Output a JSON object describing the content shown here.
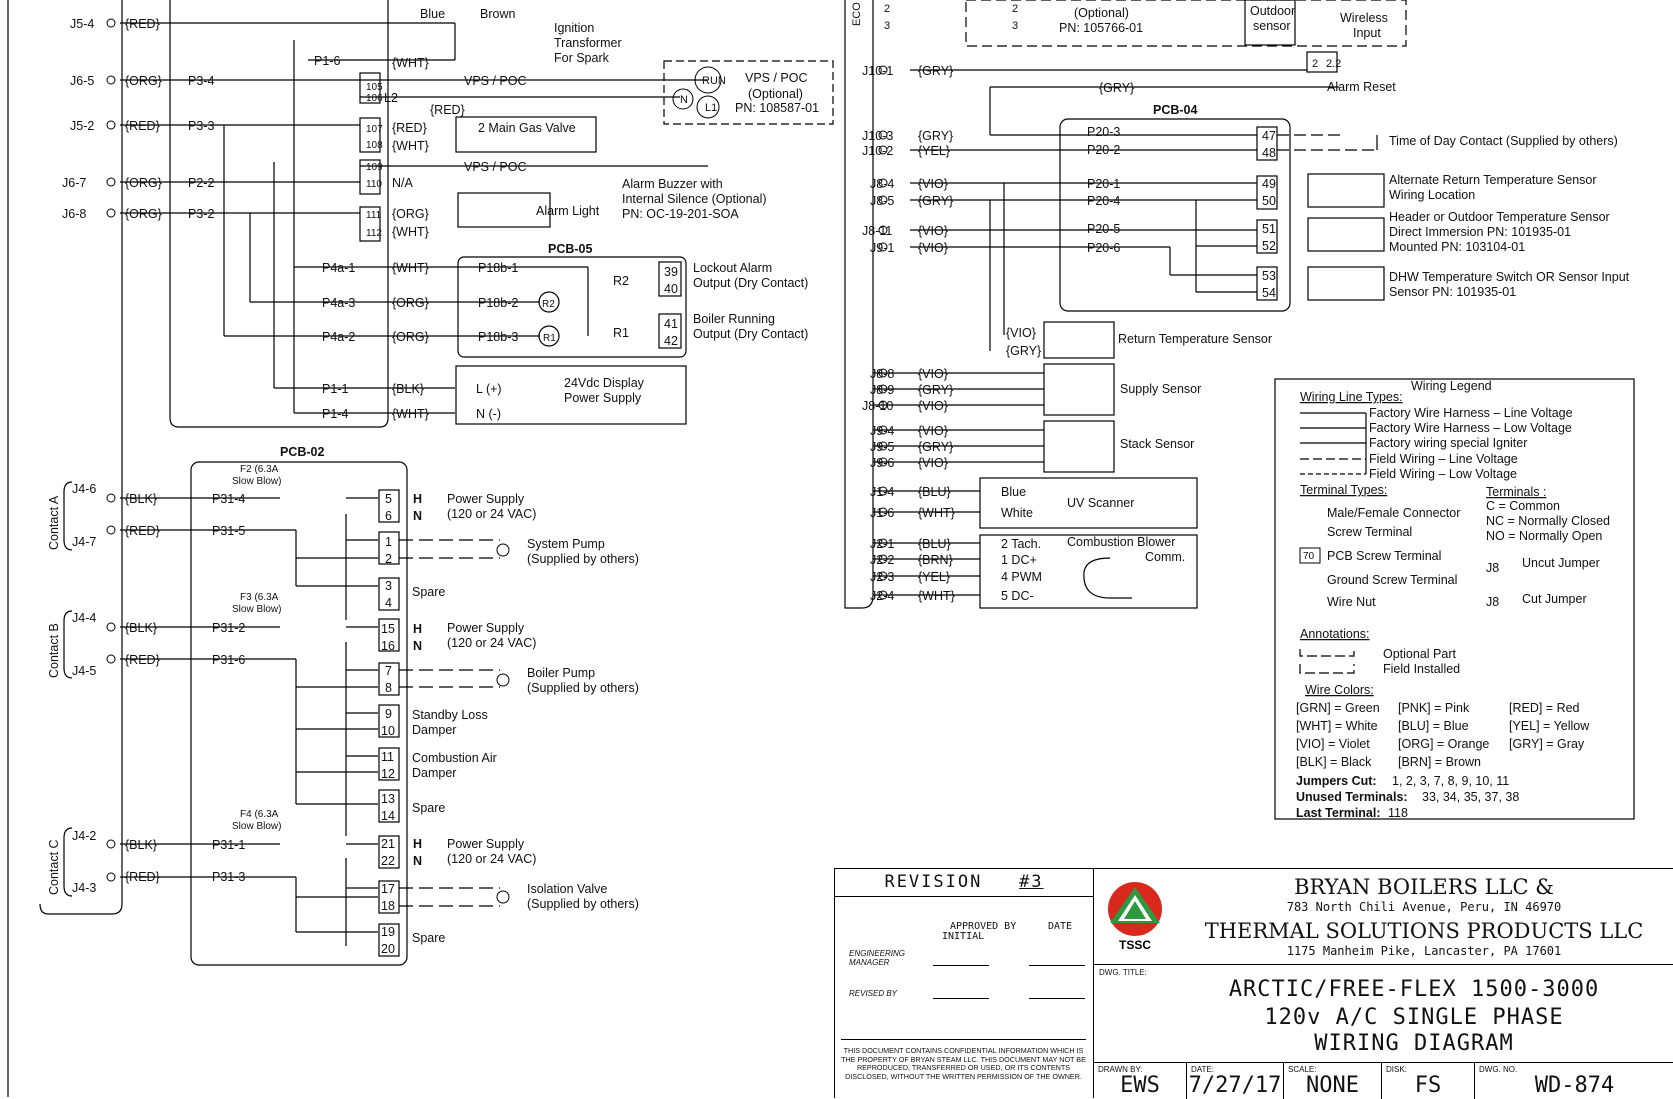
{
  "legend": {
    "title": "Wiring Legend",
    "line_types_title": "Wiring Line Types:",
    "line_types": [
      "Factory Wire Harness – Line Voltage",
      "Factory Wire Harness – Low Voltage",
      "Factory wiring special Igniter",
      "Field Wiring – Line Voltage",
      "Field Wiring – Low Voltage"
    ],
    "terminal_types_title": "Terminal Types:",
    "terminal_types": [
      "Male/Female Connector",
      "Screw Terminal",
      "PCB Screw Terminal",
      "Ground Screw Terminal",
      "Wire Nut"
    ],
    "pcb_terminal_example": "70",
    "terminals_title": "Terminals :",
    "terminals": [
      "C = Common",
      "NC = Normally Closed",
      "NO = Normally Open"
    ],
    "jumper_label": "J8",
    "uncut": "Uncut Jumper",
    "cut": "Cut Jumper",
    "annotations_title": "Annotations:",
    "optional_part": "Optional Part",
    "field_installed": "Field Installed",
    "wire_colors_title": "Wire Colors:",
    "wire_colors": [
      [
        "[GRN] = Green",
        "[PNK] = Pink",
        "[RED] = Red"
      ],
      [
        "[WHT] = White",
        "[BLU] = Blue",
        "[YEL] = Yellow"
      ],
      [
        "[VIO] = Violet",
        "[ORG] = Orange",
        "[GRY] = Gray"
      ],
      [
        "[BLK] = Black",
        "[BRN] = Brown",
        ""
      ]
    ],
    "jumpers_cut_label": "Jumpers Cut:",
    "jumpers_cut": "1, 2, 3, 7, 8, 9, 10, 11",
    "unused_label": "Unused Terminals:",
    "unused": "33, 34, 35, 37, 38",
    "last_label": "Last Terminal:",
    "last": "118"
  },
  "title_block": {
    "revision": "REVISION",
    "revision_no": "#3",
    "approved_by": "APPROVED BY",
    "initial": "INITIAL",
    "date": "DATE",
    "eng_manager": "ENGINEERING MANAGER",
    "revised_by": "REVISED BY",
    "confidential": "THIS DOCUMENT CONTAINS CONFIDENTIAL INFORMATION WHICH IS THE PROPERTY OF BRYAN STEAM LLC. THIS DOCUMENT MAY NOT BE REPRODUCED, TRANSFERRED OR USED, OR ITS CONTENTS DISCLOSED, WITHOUT THE WRITTEN PERMISSION OF THE OWNER.",
    "logo_text": "TSSC",
    "company1": "BRYAN BOILERS LLC &",
    "address1": "783 North Chili Avenue, Peru, IN 46970",
    "company2": "THERMAL SOLUTIONS PRODUCTS LLC",
    "address2": "1175 Manheim Pike, Lancaster, PA 17601",
    "dwg_title_label": "DWG. TITLE:",
    "title1": "ARCTIC/FREE-FLEX 1500-3000",
    "title2": "120v A/C SINGLE PHASE",
    "title3": "WIRING DIAGRAM",
    "drawn_by_label": "DRAWN BY:",
    "drawn_by": "EWS",
    "date_label": "DATE:",
    "date_value": "7/27/17",
    "scale_label": "SCALE:",
    "scale": "NONE",
    "disk_label": "DISK:",
    "disk": "FS",
    "dwg_no_label": "DWG. NO.",
    "dwg_no": "WD-874"
  }
}
